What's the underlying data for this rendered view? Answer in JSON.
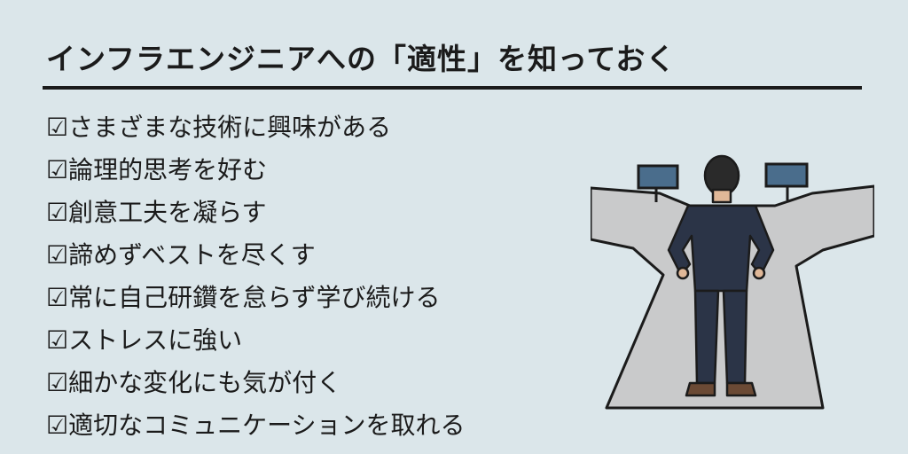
{
  "title": "インフラエンジニアへの「適性」を知っておく",
  "checklist": [
    "☑さまざまな技術に興味がある",
    "☑論理的思考を好む",
    "☑創意工夫を凝らす",
    "☑諦めずベストを尽くす",
    "☑常に自己研鑽を怠らず学び続ける",
    "☑ストレスに強い",
    "☑細かな変化にも気が付く",
    "☑適切なコミュニケーションを取れる"
  ],
  "colors": {
    "background": "#dbe6ea",
    "text": "#1b1b1b",
    "road": "#c9cacb",
    "sign": "#4a6d8c",
    "suit": "#2b3447"
  },
  "illustration_icon": "businessman-at-crossroads-icon"
}
